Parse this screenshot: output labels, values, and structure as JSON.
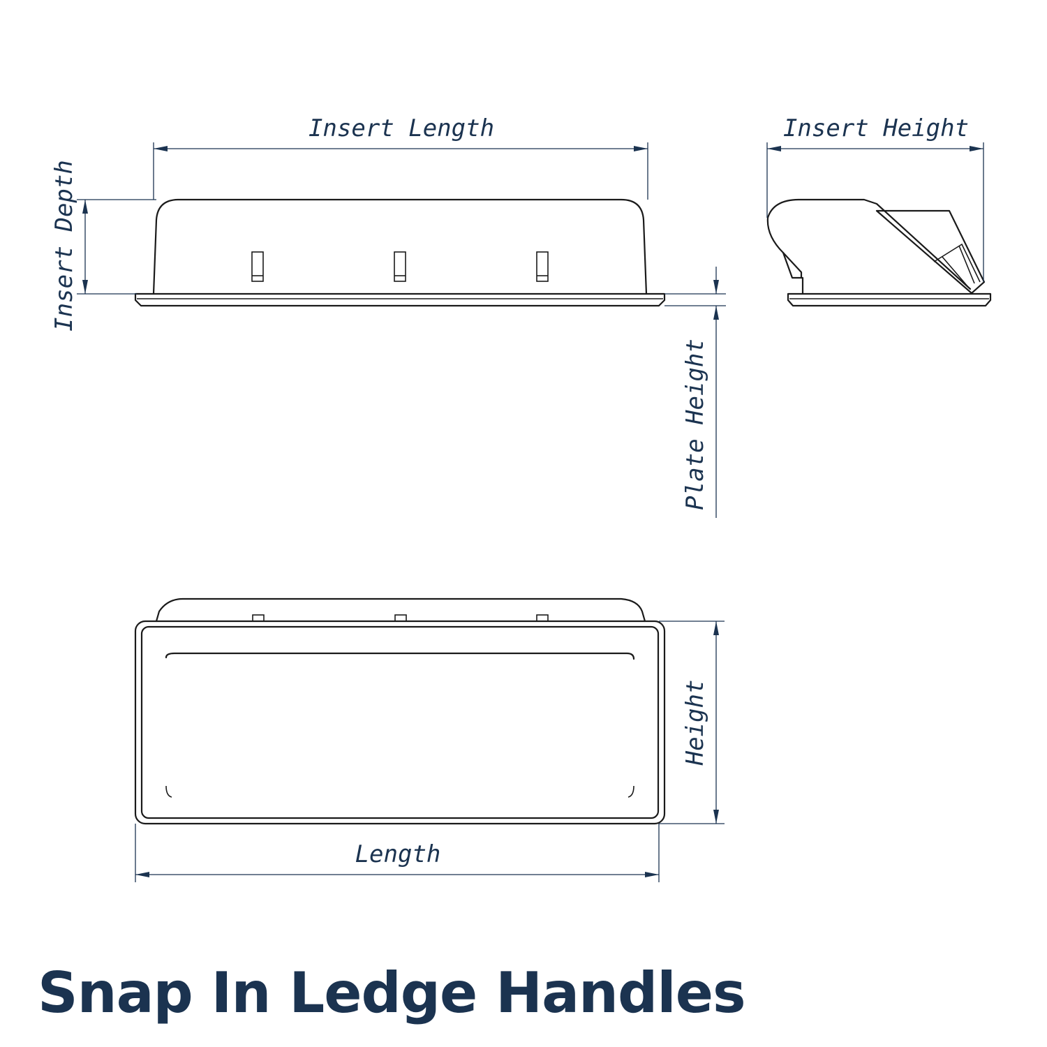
{
  "title": "Snap In Ledge Handles",
  "dimensions": {
    "insert_length": "Insert Length",
    "insert_height": "Insert Height",
    "insert_depth": "Insert Depth",
    "plate_height": "Plate Height",
    "height": "Height",
    "length": "Length"
  },
  "colors": {
    "label": "#1b3350",
    "line": "#1a1a1a"
  }
}
